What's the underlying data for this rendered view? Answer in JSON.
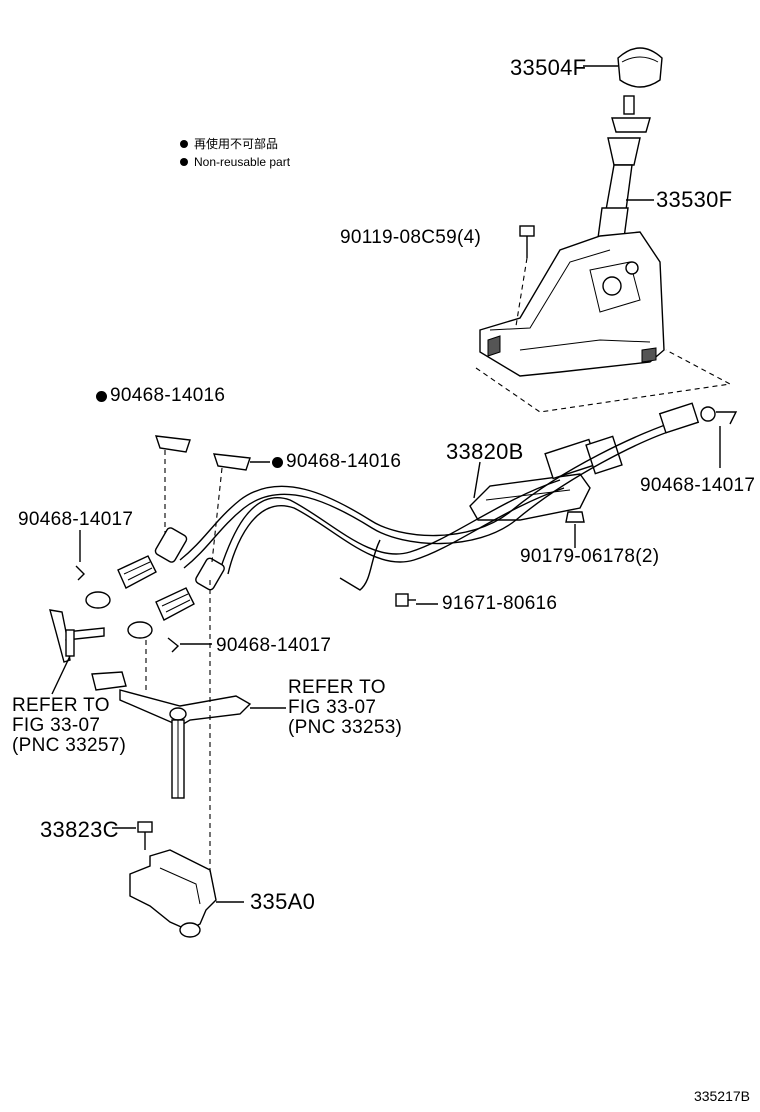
{
  "legend": {
    "line_jp": "再使用不可部品",
    "line_en": "Non-reusable part"
  },
  "labels": {
    "p33504F": "33504F",
    "p33530F": "33530F",
    "p90119": "90119-08C59(4)",
    "p90468_14016_a": "90468-14016",
    "p90468_14016_b": "90468-14016",
    "p33820B": "33820B",
    "p90468_14017_right": "90468-14017",
    "p90468_14017_left": "90468-14017",
    "p90179": "90179-06178(2)",
    "p91671": "91671-80616",
    "p90468_14017_mid": "90468-14017",
    "refer_left": "REFER TO\nFIG 33-07\n(PNC 33257)",
    "refer_right": "REFER TO\nFIG 33-07\n(PNC 33253)",
    "p33823C": "33823C",
    "p335A0": "335A0"
  },
  "figure_id": "335217B",
  "colors": {
    "ink": "#000000",
    "background": "#ffffff"
  }
}
